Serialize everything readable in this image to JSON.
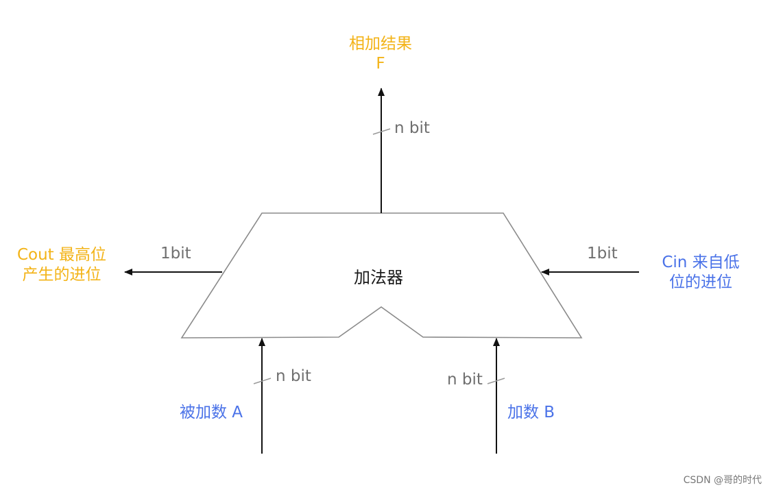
{
  "title": "加法器",
  "output": {
    "line1": "相加结果",
    "line2": "F",
    "width": "n bit"
  },
  "cout": {
    "line1": "Cout 最高位",
    "line2": "产生的进位",
    "width": "1bit"
  },
  "cin": {
    "line1": "Cin 来自低",
    "line2": "位的进位",
    "width": "1bit"
  },
  "input_a": {
    "label": "被加数 A",
    "width": "n bit"
  },
  "input_b": {
    "label": "加数 B",
    "width": "n bit"
  },
  "watermark": "CSDN @哥的时代",
  "colors": {
    "output_text": "#f3b317",
    "input_text": "#4a72e8",
    "width_text": "#6f6f6f"
  }
}
